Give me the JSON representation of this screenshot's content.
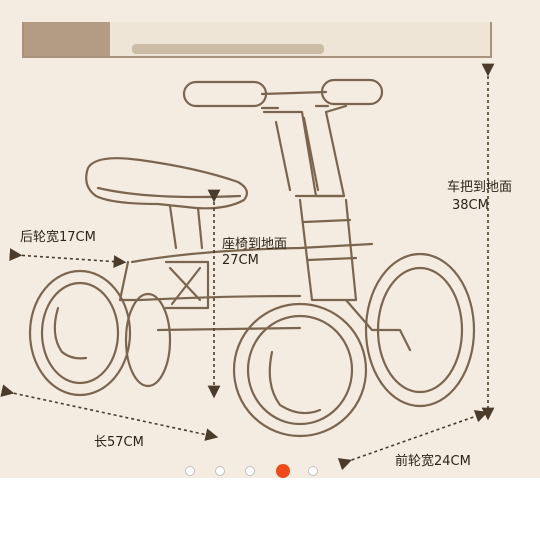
{
  "labels": {
    "rear_wheel_width": "后轮宽17CM",
    "seat_to_ground_title": "座椅到地面",
    "seat_to_ground_value": "27CM",
    "handlebar_to_ground_title": "车把到地面",
    "handlebar_to_ground_value": "38CM",
    "length": "长57CM",
    "front_wheel_width": "前轮宽24CM"
  },
  "pagination": {
    "total": 5,
    "active_index": 3
  },
  "colors": {
    "panel_bg": "#f4ece0",
    "line": "#7a6650",
    "accent_dot": "#f04a1a"
  }
}
